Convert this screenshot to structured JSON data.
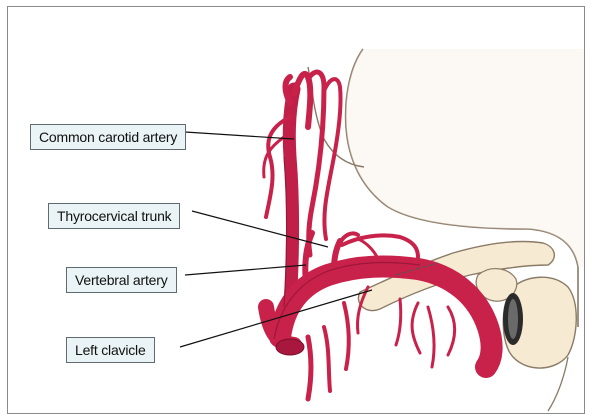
{
  "labels": {
    "common_carotid": "Common carotid artery",
    "thyrocervical": "Thyrocervical trunk",
    "vertebral": "Vertebral artery",
    "clavicle": "Left clavicle"
  },
  "colors": {
    "artery": "#c8224a",
    "artery_dark": "#8a1030",
    "bone": "#f6ead2",
    "bone_outline": "#8a7a66",
    "skin": "#f3e6d6",
    "leader": "#111111",
    "label_bg": "#eaf3f5"
  }
}
